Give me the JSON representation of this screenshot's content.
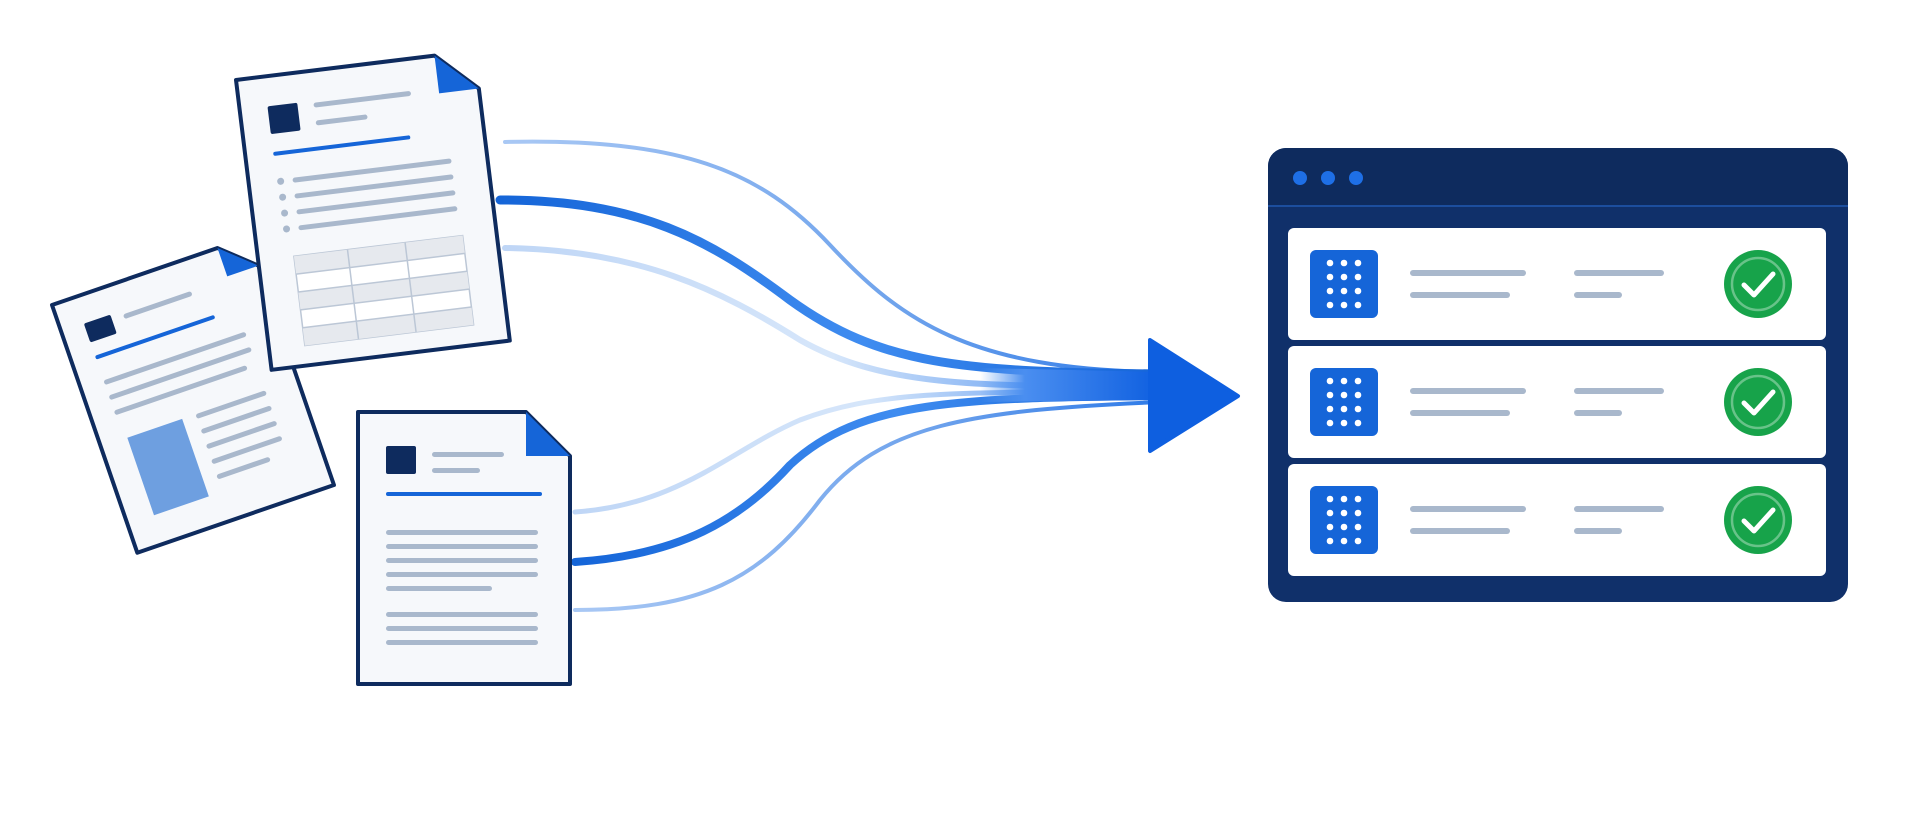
{
  "colors": {
    "navy": "#0E2B5E",
    "panel": "#10306A",
    "brand_blue": "#1565D8",
    "flow_light": "#8DB4EC",
    "placeholder_line": "#A9B8CC",
    "success_green": "#17A34A",
    "page_bg": "#FFFFFF",
    "paper": "#F6F8FB"
  },
  "documents": [
    {
      "id": "doc-1",
      "kind": "report-with-table",
      "icon": "document-icon"
    },
    {
      "id": "doc-2",
      "kind": "page-with-image",
      "icon": "document-icon"
    },
    {
      "id": "doc-3",
      "kind": "text-page",
      "icon": "document-icon"
    }
  ],
  "flow": {
    "icon": "arrow-right-icon",
    "stream_count": 6
  },
  "app_window": {
    "title_dots": 3,
    "rows": [
      {
        "icon": "grid-icon",
        "status": "complete",
        "status_icon": "check-circle-icon"
      },
      {
        "icon": "grid-icon",
        "status": "complete",
        "status_icon": "check-circle-icon"
      },
      {
        "icon": "grid-icon",
        "status": "complete",
        "status_icon": "check-circle-icon"
      }
    ]
  }
}
